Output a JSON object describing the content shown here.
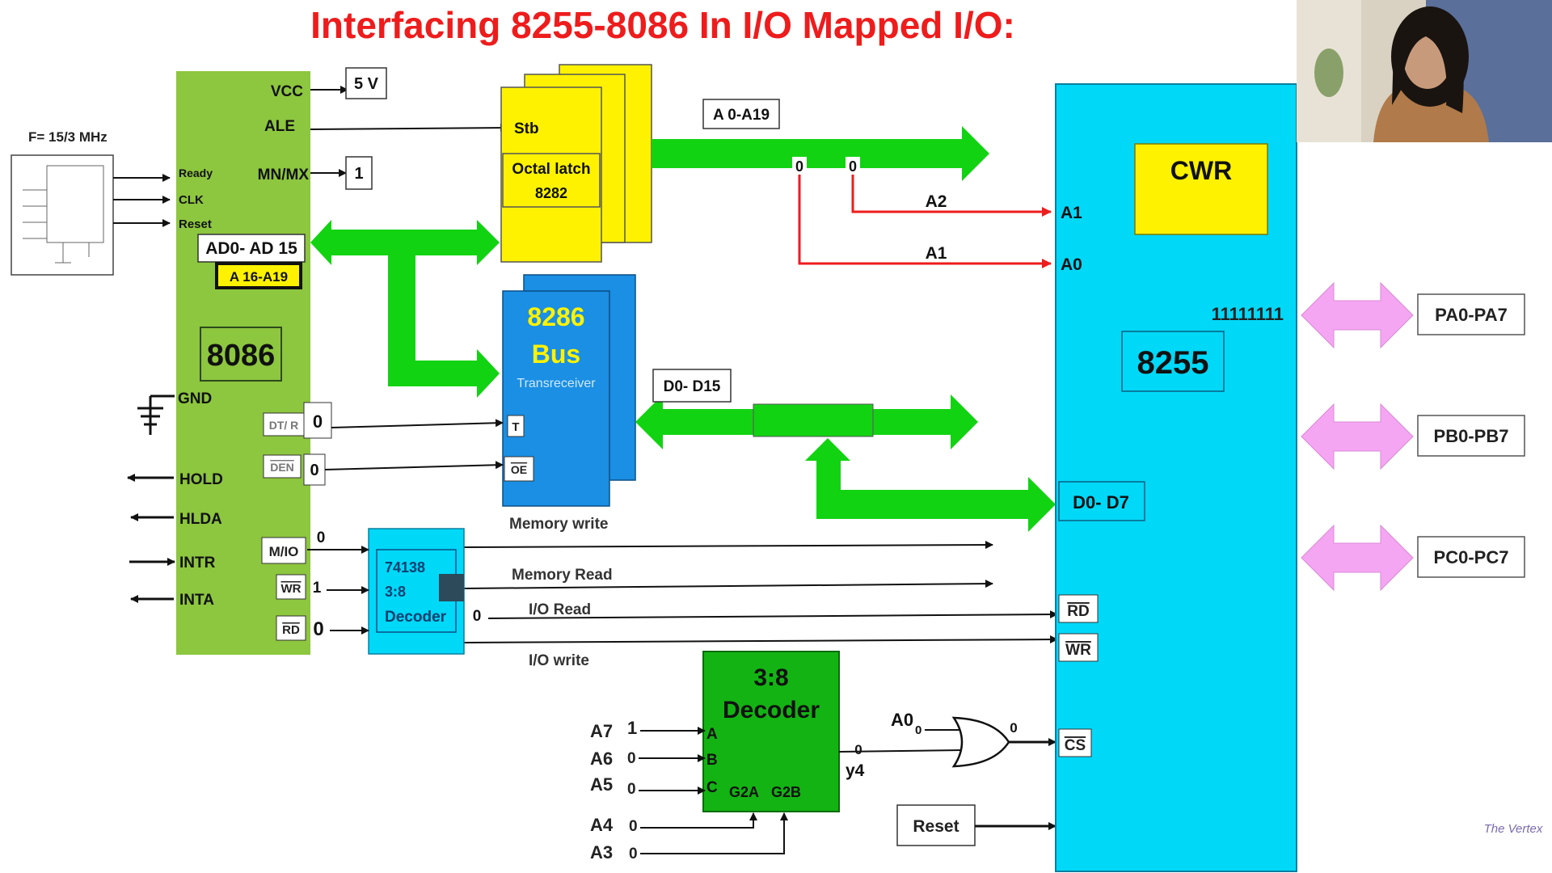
{
  "title": "Interfacing 8255-8086 In I/O Mapped I/O:",
  "colors": {
    "title": "#ee1c1c",
    "cpu_green": "#8dc63f",
    "bus_green": "#12d312",
    "latch_yellow": "#fff200",
    "transceiver_blue": "#1a8fe3",
    "ppi_cyan": "#00d8f8",
    "decoder_green": "#13b313",
    "pink_arrow": "#f5a6f2",
    "red_wire": "#ee1c1c"
  },
  "clock": {
    "freq_label": "F= 15/3 MHz"
  },
  "cpu": {
    "name": "8086",
    "vcc": "VCC",
    "ale": "ALE",
    "mnmx": "MN/MX",
    "vcc_value": "5 V",
    "mnmx_value": "1",
    "ready": "Ready",
    "clk": "CLK",
    "reset": "Reset",
    "ad_bus": "AD0- AD 15",
    "a_bus": "A 16-A19",
    "gnd": "GND",
    "hold": "HOLD",
    "hlda": "HLDA",
    "intr": "INTR",
    "inta": "INTA",
    "dtr": "DT/ R",
    "dtr_val": "0",
    "den": "DEN",
    "den_val": "0",
    "mio": "M/IO",
    "mio_val": "0",
    "wr": "WR",
    "wr_val": "1",
    "rd": "RD",
    "rd_val": "0"
  },
  "latch": {
    "stb": "Stb",
    "name1": "Octal latch",
    "name2": "8282"
  },
  "address_bus": {
    "label": "A 0-A19",
    "tap1": "0",
    "tap2": "0",
    "a2": "A2",
    "a1": "A1"
  },
  "transceiver": {
    "name1": "8286",
    "name2": "Bus",
    "name3": "Transreceiver",
    "t": "T",
    "oe": "OE"
  },
  "data_bus": {
    "label": "D0- D15"
  },
  "decoder74138": {
    "name1": "74138",
    "name2": "3:8",
    "name3": "Decoder",
    "out": "0"
  },
  "signals": {
    "mem_write": "Memory write",
    "mem_read": "Memory Read",
    "io_read": "I/O Read",
    "io_write": "I/O write"
  },
  "decoder2": {
    "name1": "3:8",
    "name2": "Decoder",
    "a": "A",
    "b": "B",
    "c": "C",
    "g2a": "G2A",
    "g2b": "G2B",
    "y4": "y4",
    "y4_val": "0",
    "in_a7": "A7",
    "in_a6": "A6",
    "in_a5": "A5",
    "in_a4": "A4",
    "in_a3": "A3",
    "v_a7": "1",
    "v_a6": "0",
    "v_a5": "0",
    "v_a4": "0",
    "v_a3": "0"
  },
  "or_gate": {
    "in_label": "A0",
    "in_sub": "0",
    "out_val": "0"
  },
  "reset_box": {
    "label": "Reset"
  },
  "ppi": {
    "name": "8255",
    "cwr": "CWR",
    "control_word": "11111111",
    "a1": "A1",
    "a0": "A0",
    "d": "D0- D7",
    "rd": "RD",
    "wr": "WR",
    "cs": "CS"
  },
  "ports": {
    "pa": "PA0-PA7",
    "pb": "PB0-PB7",
    "pc": "PC0-PC7"
  },
  "watermark": "The Vertex"
}
